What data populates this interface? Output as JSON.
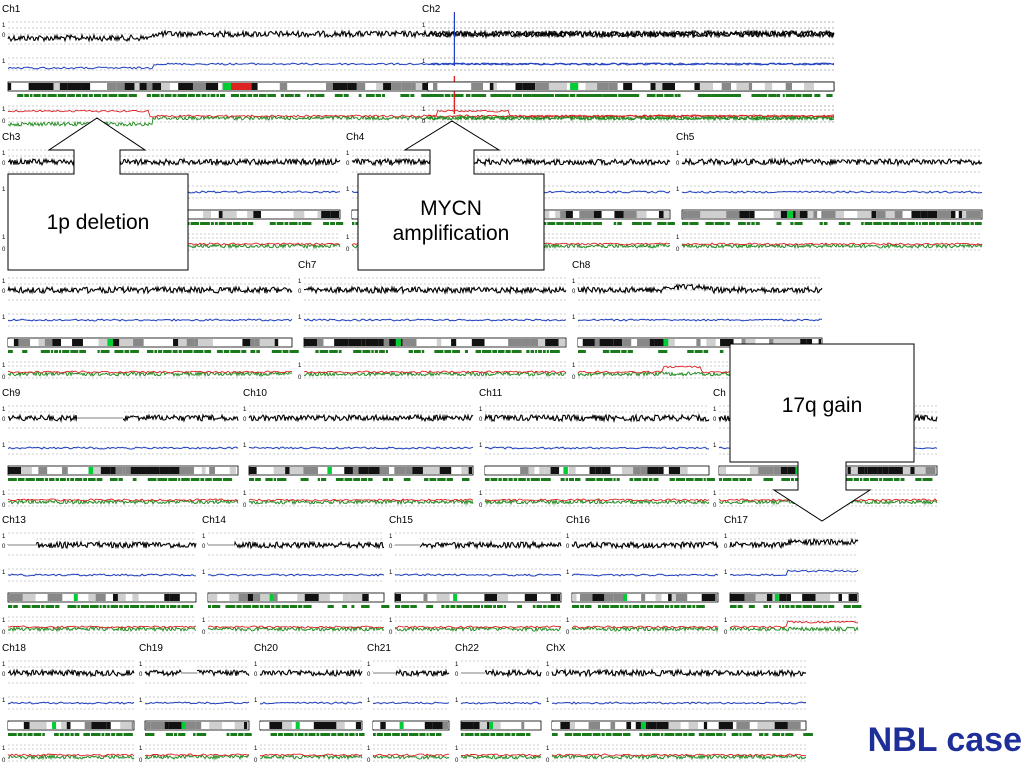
{
  "case_label": "NBL case",
  "colors": {
    "copy_track": "#000000",
    "allele_track": "#1f3fbf",
    "gain": "#00cc33",
    "loss": "#dd2222",
    "dark_band": "#111111",
    "mid_band": "#888888",
    "light_band": "#cfcfcf",
    "green_marker": "#1a7a1a",
    "lower_red": "#dd2222",
    "lower_green": "#1a8a1a",
    "case_label": "#1f2f9a"
  },
  "chromosomes": [
    {
      "id": "ch1",
      "label": "Ch1",
      "events": [
        "1p deletion"
      ]
    },
    {
      "id": "ch2",
      "label": "Ch2",
      "events": [
        "MYCN amplification"
      ]
    },
    {
      "id": "ch3",
      "label": "Ch3",
      "events": []
    },
    {
      "id": "ch4",
      "label": "Ch4",
      "events": []
    },
    {
      "id": "ch5",
      "label": "Ch5",
      "events": []
    },
    {
      "id": "ch6",
      "label": "",
      "events": []
    },
    {
      "id": "ch7",
      "label": "Ch7",
      "events": []
    },
    {
      "id": "ch8",
      "label": "Ch8",
      "events": []
    },
    {
      "id": "ch9",
      "label": "Ch9",
      "events": []
    },
    {
      "id": "ch10",
      "label": "Ch10",
      "events": []
    },
    {
      "id": "ch11",
      "label": "Ch11",
      "events": []
    },
    {
      "id": "ch12",
      "label": "Ch",
      "events": []
    },
    {
      "id": "ch13",
      "label": "Ch13",
      "events": []
    },
    {
      "id": "ch14",
      "label": "Ch14",
      "events": []
    },
    {
      "id": "ch15",
      "label": "Ch15",
      "events": []
    },
    {
      "id": "ch16",
      "label": "Ch16",
      "events": []
    },
    {
      "id": "ch17",
      "label": "Ch17",
      "events": [
        "17q gain"
      ]
    },
    {
      "id": "ch18",
      "label": "Ch18",
      "events": []
    },
    {
      "id": "ch19",
      "label": "Ch19",
      "events": []
    },
    {
      "id": "ch20",
      "label": "Ch20",
      "events": []
    },
    {
      "id": "ch21",
      "label": "Ch21",
      "events": []
    },
    {
      "id": "ch22",
      "label": "Ch22",
      "events": []
    },
    {
      "id": "chx",
      "label": "ChX",
      "events": []
    }
  ],
  "callouts": [
    {
      "id": "deletion-1p",
      "label": "1p deletion",
      "chromosome": "Ch1"
    },
    {
      "id": "mycn-amplification",
      "label": "MYCN\namplification",
      "chromosome": "Ch2"
    },
    {
      "id": "gain-17q",
      "label": "17q gain",
      "chromosome": "Ch17"
    }
  ]
}
